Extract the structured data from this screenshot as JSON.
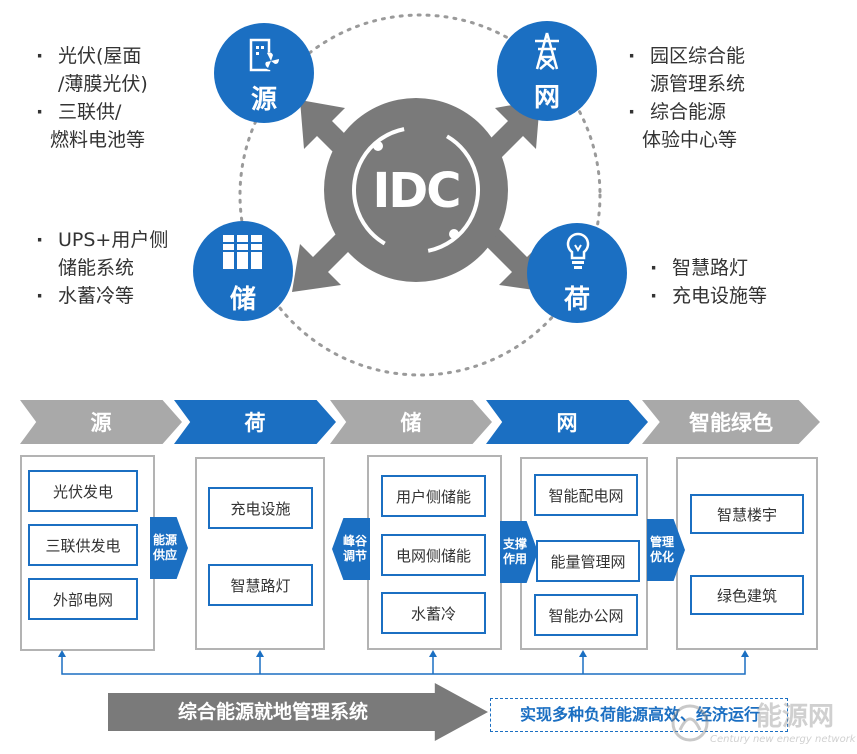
{
  "top": {
    "center_label": "IDC",
    "nodes": {
      "yuan": {
        "label": "源",
        "bullets": [
          "光伏(屋面",
          "/薄膜光伏)",
          "三联供/",
          "燃料电池等"
        ]
      },
      "wang": {
        "label": "网",
        "bullets": [
          "园区综合能",
          "源管理系统",
          "综合能源",
          "体验中心等"
        ]
      },
      "chu": {
        "label": "储",
        "bullets": [
          "UPS+用户侧",
          "储能系统",
          "水蓄冷等"
        ]
      },
      "he": {
        "label": "荷",
        "bullets": [
          "智慧路灯",
          "充电设施等"
        ]
      }
    }
  },
  "bottom": {
    "chevrons": [
      "源",
      "荷",
      "储",
      "网",
      "智能绿色"
    ],
    "panels": {
      "yuan": [
        "光伏发电",
        "三联供发电",
        "外部电网"
      ],
      "he": [
        "充电设施",
        "智慧路灯"
      ],
      "chu": [
        "用户侧储能",
        "电网侧储能",
        "水蓄冷"
      ],
      "wang": [
        "智能配电网",
        "能量管理网",
        "智能办公网"
      ],
      "green": [
        "智慧楼宇",
        "绿色建筑"
      ]
    },
    "connectors": [
      "能源供应",
      "峰谷调节",
      "支撑作用",
      "管理优化"
    ],
    "system_label": "综合能源就地管理系统",
    "goal_label": "实现多种负荷能源高效、经济运行"
  },
  "watermark": {
    "text": "能源网",
    "sub": "Century new energy network"
  },
  "colors": {
    "blue": "#1b6fc2",
    "gray": "#a9a9a9",
    "dark": "#7a7a7a"
  }
}
